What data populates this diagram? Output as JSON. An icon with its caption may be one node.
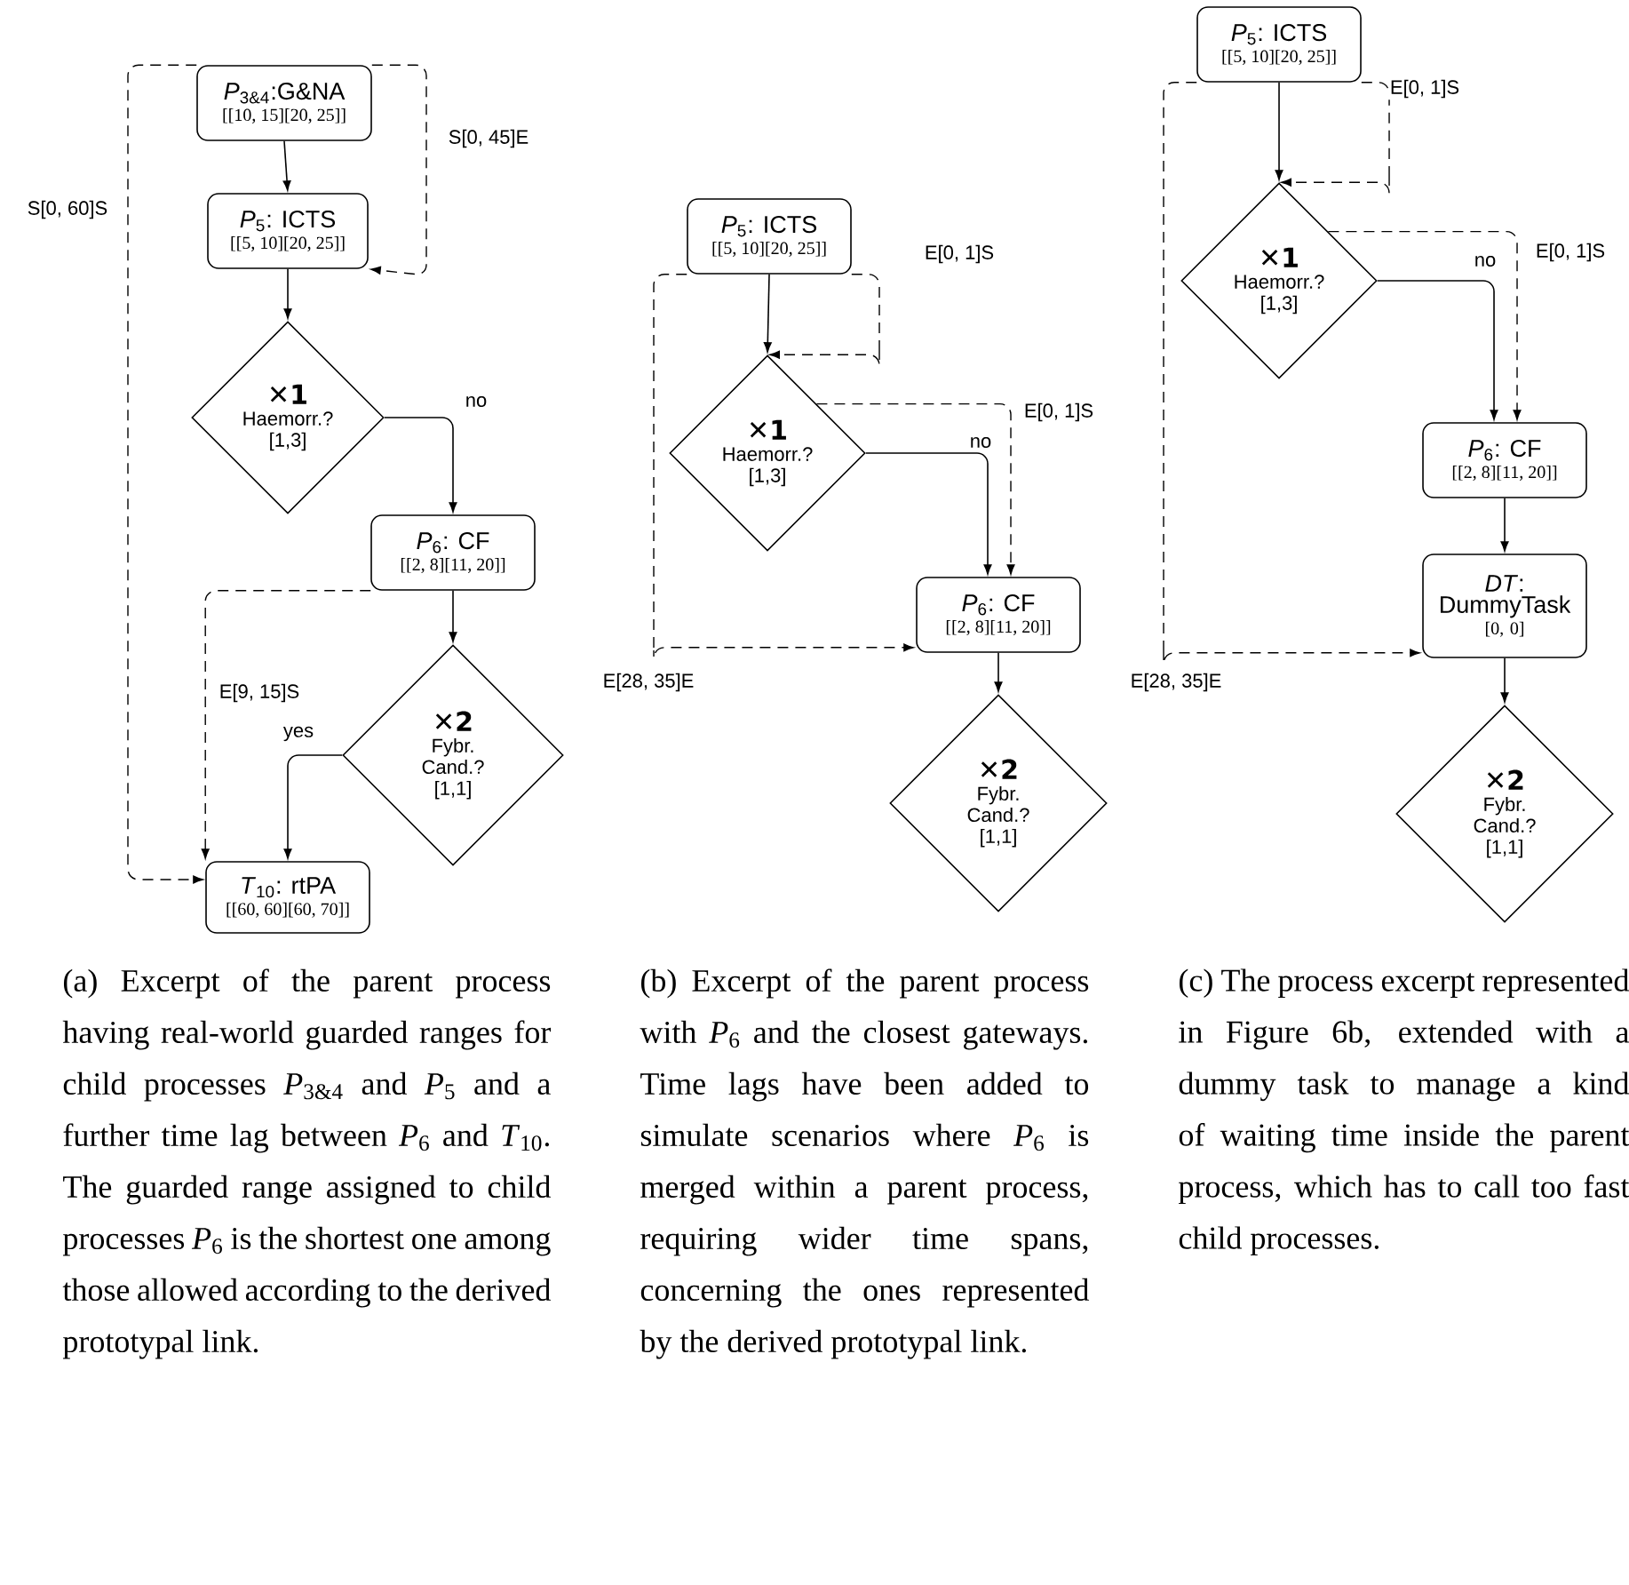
{
  "diagram": {
    "nodes": [
      {
        "text": [
          "*P*$_{3&4}$:G&NA",
          "[[10, 15][20, 25]]"
        ]
      },
      {
        "text": [
          "*P*$_{5}$: ICTS",
          "[[5, 10][20, 25]]"
        ]
      },
      {
        "text": [
          "✕1",
          "Haemorr.?",
          "[1,3]"
        ]
      },
      {
        "text": [
          "*P*$_{6}$: CF",
          "[[2, 8][11, 20]]"
        ]
      },
      {
        "text": [
          "✕2",
          "Fybr. Cand.?",
          "[1,1]"
        ]
      },
      {
        "text": [
          "*T*$_{10}$: rtPA",
          "[[60, 60][60, 70]]"
        ]
      },
      {
        "text": [
          "*P*$_{5}$: ICTS",
          "[[5, 10][20, 25]]"
        ]
      },
      {
        "text": [
          "✕1",
          "Haemorr.?",
          "[1,3]"
        ]
      },
      {
        "text": [
          "*P*$_{6}$: CF",
          "[[2, 8][11, 20]]"
        ]
      },
      {
        "text": [
          "✕2",
          "Fybr. Cand.?",
          "[1,1]"
        ]
      },
      {
        "text": [
          "*P*$_{5}$: ICTS",
          "[[5, 10][20, 25]]"
        ]
      },
      {
        "text": [
          "✕1",
          "Haemorr.?",
          "[1,3]"
        ]
      },
      {
        "text": [
          "*P*$_{6}$: CF",
          "[[2, 8][11, 20]]"
        ]
      },
      {
        "text": [
          "*DT*: DummyTask",
          "[0, 0]"
        ]
      },
      {
        "text": [
          "✕2",
          "Fybr. Cand.?",
          "[1,1]"
        ]
      }
    ],
    "edges": [
      {
        "from": 0,
        "to": 1,
        "arrow": "to"
      },
      {
        "from": 1,
        "to": 2,
        "arrow": "to"
      },
      {
        "from": 2,
        "to": 3,
        "arrow": "to",
        "label": "no"
      },
      {
        "from": 3,
        "to": 4,
        "arrow": "to"
      },
      {
        "from": 4,
        "to": 5,
        "arrow": "to",
        "label": "yes"
      },
      {
        "from": 0,
        "to": 1,
        "arrow": "to",
        "style": "dashed",
        "label": "S[0, 45]E"
      },
      {
        "from": 0,
        "to": 5,
        "arrow": "to",
        "style": "dashed",
        "label": "S[0, 60]S"
      },
      {
        "from": 3,
        "to": 5,
        "arrow": "to",
        "style": "dashed",
        "label": "E[9, 15]S"
      },
      {
        "from": 6,
        "to": 7,
        "arrow": "to"
      },
      {
        "from": 7,
        "to": 8,
        "arrow": "to",
        "label": "no"
      },
      {
        "from": 8,
        "to": 9,
        "arrow": "to"
      },
      {
        "from": 6,
        "to": 7,
        "arrow": "to",
        "style": "dashed",
        "label": "E[0, 1]S"
      },
      {
        "from": 7,
        "to": 8,
        "arrow": "to",
        "style": "dashed",
        "label": "E[0, 1]S"
      },
      {
        "from": 6,
        "to": 8,
        "arrow": "to",
        "style": "dashed",
        "label": "E[28, 35]E"
      },
      {
        "from": 10,
        "to": 11,
        "arrow": "to"
      },
      {
        "from": 11,
        "to": 12,
        "arrow": "to",
        "label": "no"
      },
      {
        "from": 12,
        "to": 13,
        "arrow": "to"
      },
      {
        "from": 13,
        "to": 14,
        "arrow": "to"
      },
      {
        "from": 10,
        "to": 11,
        "arrow": "to",
        "style": "dashed",
        "label": "E[0, 1]S"
      },
      {
        "from": 11,
        "to": 12,
        "arrow": "to",
        "style": "dashed",
        "label": "E[0, 1]S"
      },
      {
        "from": 10,
        "to": 13,
        "arrow": "to",
        "style": "dashed",
        "label": "E[28, 35]E"
      }
    ],
    "labels": [
      "(a) Excerpt of the parent process having real-world guarded ranges for child processes *P*$_{3&4}$ and *P*$_{5}$ and a further time lag between *P*$_{6}$ and *T*$_{10}$. The guarded range assigned to child processes *P*$_{6}$ is the shortest one among those allowed according to the derived prototypal link.",
      "(b) Excerpt of the parent process with *P*$_{6}$ and the closest gateways. Time lags have been added to simulate scenarios where *P*$_{6}$ is merged within a parent process, requiring wider time spans, concerning the ones represented by the derived prototypal link.",
      "(c) The process excerpt represented in Figure 6b, extended with a dummy task to manage a kind of waiting time inside the parent process, which has to call too fast child processes."
    ]
  }
}
